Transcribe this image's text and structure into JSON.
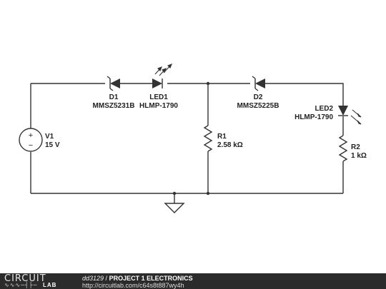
{
  "diagram": {
    "components": {
      "v1": {
        "name": "V1",
        "value": "15 V"
      },
      "d1": {
        "name": "D1",
        "value": "MMSZ5231B"
      },
      "led1": {
        "name": "LED1",
        "value": "HLMP-1790"
      },
      "d2": {
        "name": "D2",
        "value": "MMSZ5225B"
      },
      "led2": {
        "name": "LED2",
        "value": "HLMP-1790"
      },
      "r1": {
        "name": "R1",
        "value": "2.58 kΩ"
      },
      "r2": {
        "name": "R2",
        "value": "1 kΩ"
      }
    },
    "plus_sign": "+",
    "minus_sign": "−"
  },
  "footer": {
    "logo_top": "CIRCUIT",
    "logo_bottom": "LAB",
    "user": "dd3129",
    "separator": " / ",
    "project_title": "PROJECT 1 ELECTRONICS",
    "url": "http://circuitlab.com/c64s8t887wy4h"
  }
}
